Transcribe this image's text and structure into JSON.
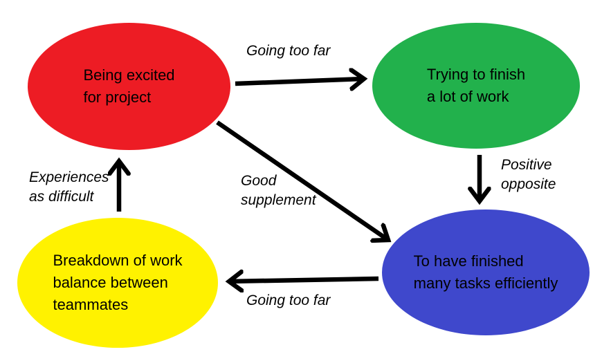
{
  "diagram": {
    "background": "#ffffff",
    "arrow_color": "#000000",
    "text_color": "#000000",
    "nodes": [
      {
        "id": "being-excited",
        "label": "Being excited\nfor project",
        "color": "#ED1C24"
      },
      {
        "id": "trying-finish",
        "label": "Trying to finish\na lot of work",
        "color": "#22B14C"
      },
      {
        "id": "finished-tasks",
        "label": "To have finished\nmany tasks efficiently",
        "color": "#3F48CC"
      },
      {
        "id": "breakdown",
        "label": "Breakdown of work\nbalance between\nteammates",
        "color": "#FFF200"
      }
    ],
    "edges": [
      {
        "from": "being-excited",
        "to": "trying-finish",
        "label": "Going too far"
      },
      {
        "from": "trying-finish",
        "to": "finished-tasks",
        "label": "Positive\nopposite"
      },
      {
        "from": "being-excited",
        "to": "finished-tasks",
        "label": "Good\nsupplement"
      },
      {
        "from": "finished-tasks",
        "to": "breakdown",
        "label": "Going too far"
      },
      {
        "from": "breakdown",
        "to": "being-excited",
        "label": "Experiences\nas difficult"
      }
    ]
  }
}
